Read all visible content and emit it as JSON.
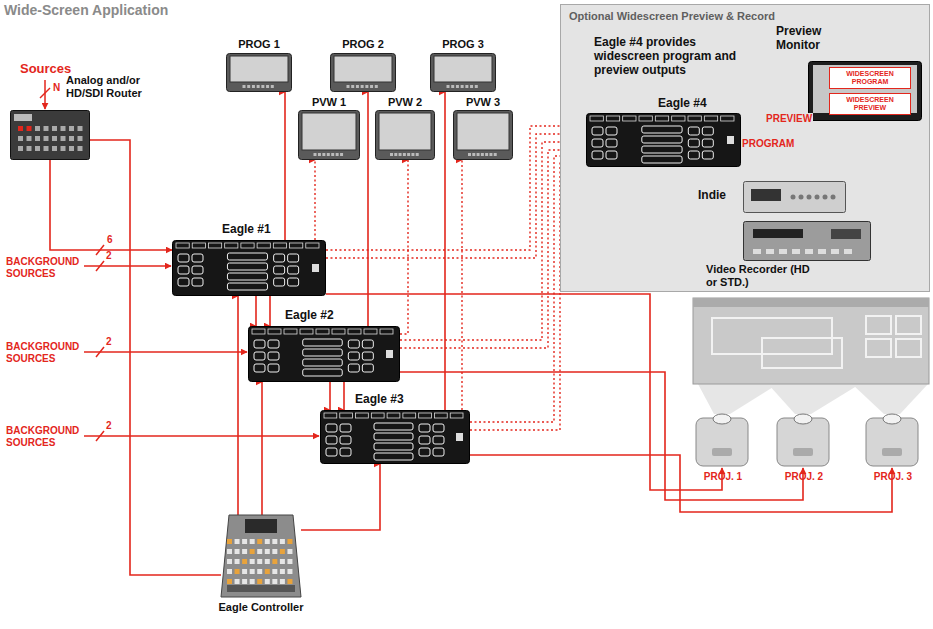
{
  "diagram": {
    "title": "Wide-Screen Application",
    "nodes": [
      {
        "text": [
          "Analog and/or HD/SDI Router"
        ]
      },
      {
        "text": [
          "PROG 1"
        ]
      },
      {
        "text": [
          "PROG 2"
        ]
      },
      {
        "text": [
          "PROG 3"
        ]
      },
      {
        "text": [
          "PVW 1"
        ]
      },
      {
        "text": [
          "PVW 2"
        ]
      },
      {
        "text": [
          "PVW 3"
        ]
      },
      {
        "text": [
          "Eagle #1"
        ]
      },
      {
        "text": [
          "Eagle #2"
        ]
      },
      {
        "text": [
          "Eagle #3"
        ]
      },
      {
        "text": [
          "Eagle Controller"
        ]
      },
      {
        "text": [
          "Optional Widescreen Preview & Record"
        ]
      },
      {
        "text": [
          "Eagle #4"
        ],
        "in": 11
      },
      {
        "text": [
          "Preview Monitor"
        ],
        "in": 11
      },
      {
        "text": [
          "WIDESCREEN PROGRAM"
        ],
        "in": 13
      },
      {
        "text": [
          "WIDESCREEN PREVIEW"
        ],
        "in": 13
      },
      {
        "text": [
          "Indie"
        ],
        "in": 11
      },
      {
        "text": [
          "Video Recorder (HD or STD.)"
        ],
        "in": 11
      },
      {
        "text": [
          "PROJ. 1"
        ]
      },
      {
        "text": [
          "PROJ. 2"
        ]
      },
      {
        "text": [
          "PROJ. 3"
        ]
      }
    ],
    "edges": [
      {
        "from": 0,
        "to": 7,
        "arrow": "to",
        "label": "6"
      },
      {
        "from": 7,
        "to": 8,
        "arrow": "to"
      },
      {
        "from": 7,
        "to": 8,
        "arrow": "to"
      },
      {
        "from": 8,
        "to": 9,
        "arrow": "to"
      },
      {
        "from": 8,
        "to": 9,
        "arrow": "to"
      },
      {
        "from": 7,
        "to": 4,
        "arrow": "to"
      },
      {
        "from": 7,
        "to": 1,
        "arrow": "to"
      },
      {
        "from": 8,
        "to": 5,
        "arrow": "to"
      },
      {
        "from": 8,
        "to": 2,
        "arrow": "to"
      },
      {
        "from": 9,
        "to": 6,
        "arrow": "to"
      },
      {
        "from": 9,
        "to": 3,
        "arrow": "to"
      },
      {
        "from": 7,
        "to": 12,
        "arrow": "none"
      },
      {
        "from": 7,
        "to": 12,
        "arrow": "none"
      },
      {
        "from": 8,
        "to": 12,
        "arrow": "none"
      },
      {
        "from": 8,
        "to": 12,
        "arrow": "none"
      },
      {
        "from": 9,
        "to": 12,
        "arrow": "none"
      },
      {
        "from": 9,
        "to": 12,
        "arrow": "none"
      },
      {
        "from": 7,
        "to": 18,
        "arrow": "to"
      },
      {
        "from": 8,
        "to": 19,
        "arrow": "to"
      },
      {
        "from": 9,
        "to": 20,
        "arrow": "to"
      },
      {
        "from": 10,
        "to": 7,
        "arrow": "to"
      },
      {
        "from": 10,
        "to": 8,
        "arrow": "to"
      },
      {
        "from": 10,
        "to": 9,
        "arrow": "to"
      },
      {
        "from": 10,
        "to": 0,
        "arrow": "to"
      },
      {
        "from": 12,
        "to": 13,
        "arrow": "to",
        "label": "PREVIEW"
      },
      {
        "from": 12,
        "to": 16,
        "arrow": "to",
        "label": "PROGRAM"
      },
      {
        "from": 16,
        "to": 17,
        "arrow": "to"
      }
    ],
    "labels": [
      "Sources",
      "N",
      "BACKGROUND SOURCES",
      "2",
      "BACKGROUND SOURCES",
      "2",
      "BACKGROUND SOURCES",
      "2",
      "Eagle #4 provides widescreen program and preview outputs"
    ]
  }
}
